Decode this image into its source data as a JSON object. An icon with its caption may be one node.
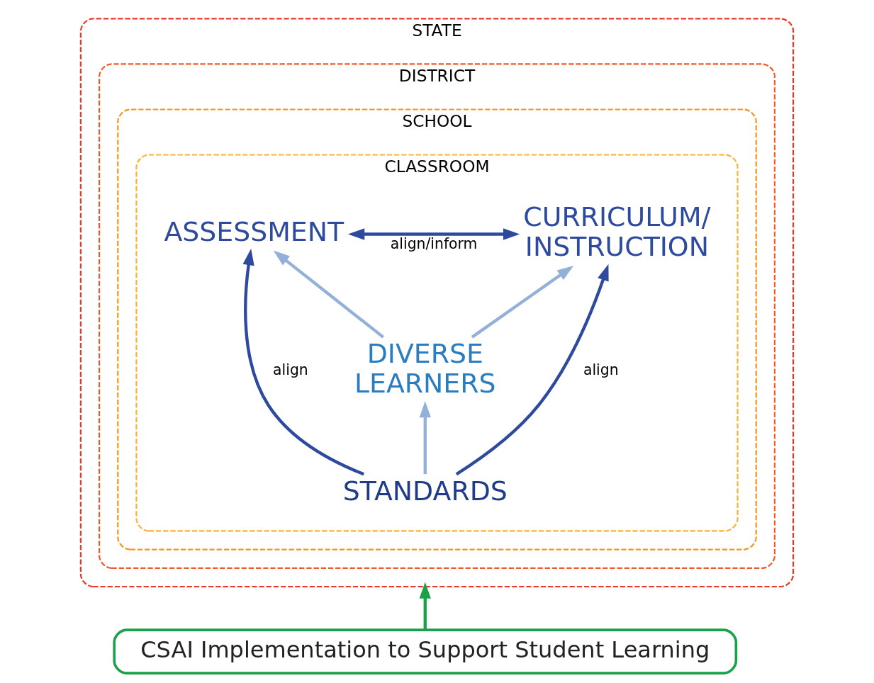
{
  "diagram": {
    "nodes": [
      {
        "text": [
          "STATE"
        ]
      },
      {
        "text": [
          "DISTRICT"
        ],
        "in": 0
      },
      {
        "text": [
          "SCHOOL"
        ],
        "in": 1
      },
      {
        "text": [
          "CLASSROOM"
        ],
        "in": 2
      },
      {
        "text": [
          "ASSESSMENT"
        ],
        "in": 3
      },
      {
        "text": [
          "CURRICULUM/ INSTRUCTION"
        ],
        "in": 3
      },
      {
        "text": [
          "DIVERSE LEARNERS"
        ],
        "in": 3
      },
      {
        "text": [
          "STANDARDS"
        ],
        "in": 3
      },
      {
        "text": [
          "CSAI Implementation to Support Student Learning"
        ]
      }
    ],
    "edges": [
      {
        "from": 4,
        "to": 5,
        "arrow": "both",
        "label": "align/inform",
        "color": "#2e4a9e"
      },
      {
        "from": 7,
        "to": 4,
        "arrow": "to",
        "label": "align",
        "color": "#2e4a9e"
      },
      {
        "from": 7,
        "to": 5,
        "arrow": "to",
        "label": "align",
        "color": "#2e4a9e"
      },
      {
        "from": 6,
        "to": 4,
        "arrow": "to",
        "color": "#93b1d8"
      },
      {
        "from": 6,
        "to": 5,
        "arrow": "to",
        "color": "#93b1d8"
      },
      {
        "from": 7,
        "to": 6,
        "arrow": "to",
        "color": "#93b1d8"
      },
      {
        "from": 8,
        "to": 0,
        "arrow": "to",
        "color": "#1aa14a"
      }
    ]
  }
}
